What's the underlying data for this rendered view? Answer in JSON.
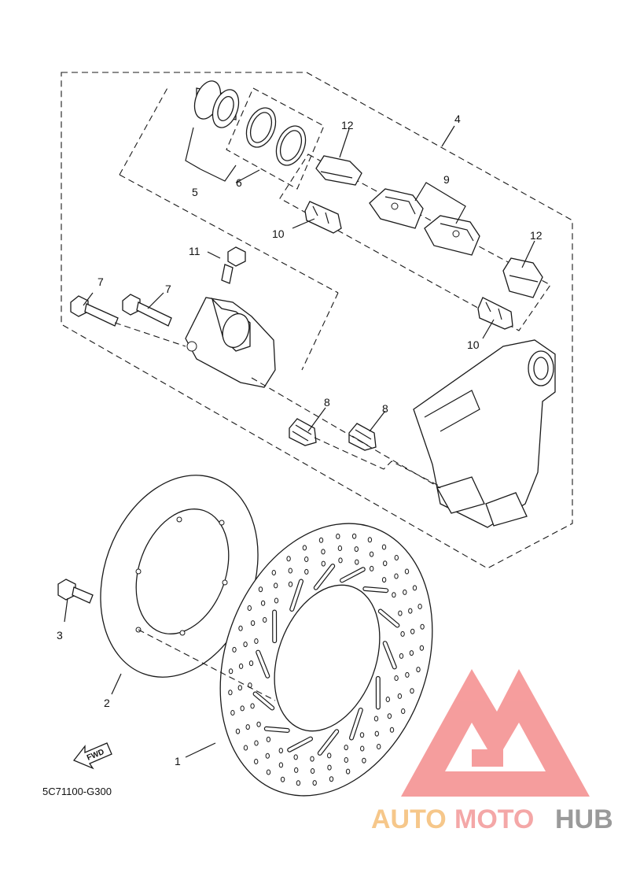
{
  "diagram": {
    "labels": {
      "l1": "1",
      "l2": "2",
      "l3": "3",
      "l4": "4",
      "l5": "5",
      "l6": "6",
      "l7a": "7",
      "l7b": "7",
      "l8a": "8",
      "l8b": "8",
      "l9": "9",
      "l10a": "10",
      "l10b": "10",
      "l11": "11",
      "l12a": "12",
      "l12b": "12"
    },
    "fwd": "FWD",
    "code": "5C71100-G300"
  },
  "watermark": {
    "part1": "AUTO",
    "part2": "MOTO",
    "part3": "HUB",
    "colors": {
      "auto": "#f6c78a",
      "moto": "#f4a7a7",
      "hub": "#9a9a9a",
      "logo": "#f48c8c"
    }
  }
}
